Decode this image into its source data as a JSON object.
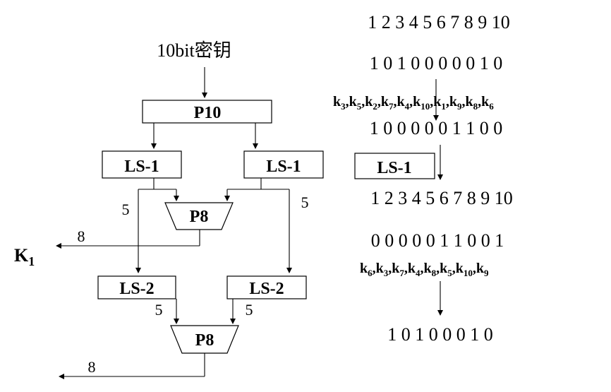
{
  "left": {
    "input_label": "10bit密钥",
    "p10": "P10",
    "ls1_left": "LS-1",
    "ls1_right": "LS-1",
    "p8_top": "P8",
    "k1_main": "K",
    "k1_sub": "1",
    "label_8_top": "8",
    "label_5_left": "5",
    "label_5_right": "5",
    "ls2_left": "LS-2",
    "ls2_right": "LS-2",
    "label_5_ls2_left": "5",
    "label_5_ls2_right": "5",
    "p8_bottom": "P8",
    "label_8_bottom": "8"
  },
  "right": {
    "row1": "1 2 3 4 5 6 7 8 9 10",
    "row2": "1 0 1 0 0 0 0 0 1  0",
    "perm1": [
      {
        "k": "k",
        "sub": "3"
      },
      {
        "k": "k",
        "sub": "5"
      },
      {
        "k": "k",
        "sub": "2"
      },
      {
        "k": "k",
        "sub": "7"
      },
      {
        "k": "k",
        "sub": "4"
      },
      {
        "k": "k",
        "sub": "10"
      },
      {
        "k": "k",
        "sub": "1"
      },
      {
        "k": "k",
        "sub": "9"
      },
      {
        "k": "k",
        "sub": "8"
      },
      {
        "k": "k",
        "sub": "6"
      }
    ],
    "row3": "1 0 0 0 0 0 1 1 0  0",
    "ls1": "LS-1",
    "row4": "1 2 3 4 5 6 7 8 9 10",
    "row5": "0 0 0 0 0 1 1 0 0  1",
    "perm2": [
      {
        "k": "k",
        "sub": "6"
      },
      {
        "k": "k",
        "sub": "3"
      },
      {
        "k": "k",
        "sub": "7"
      },
      {
        "k": "k",
        "sub": "4"
      },
      {
        "k": "k",
        "sub": "8"
      },
      {
        "k": "k",
        "sub": "5"
      },
      {
        "k": "k",
        "sub": "10"
      },
      {
        "k": "k",
        "sub": "9"
      }
    ],
    "row6": "1 0 1 0 0 0 1  0"
  }
}
